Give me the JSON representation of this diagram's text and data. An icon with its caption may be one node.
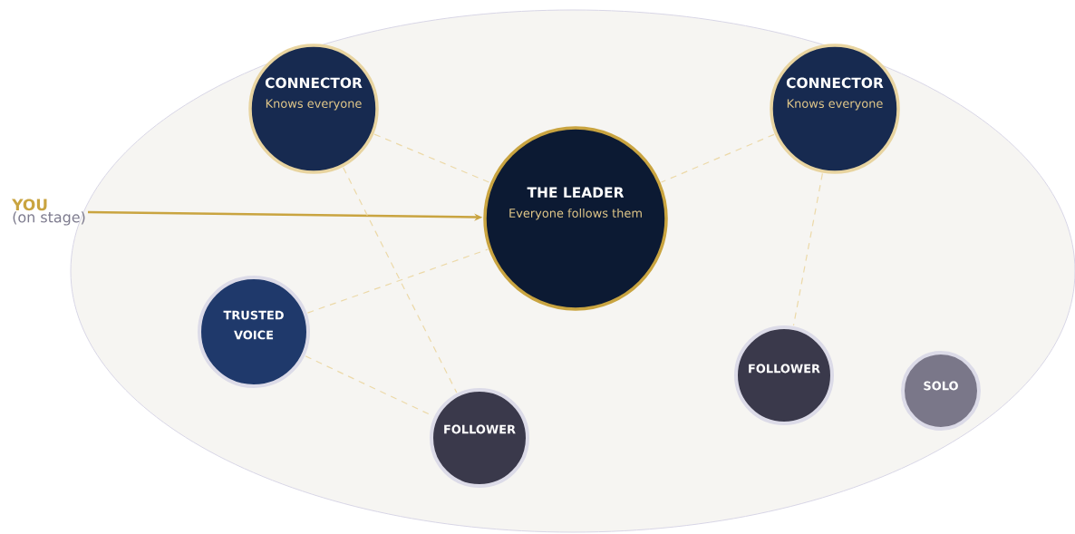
{
  "diagram": {
    "nodes": [
      {
        "text": [],
        "shape": "ellipse"
      },
      {
        "text": [
          "CONNECTOR",
          "Knows everyone"
        ],
        "in": 0
      },
      {
        "text": [
          "CONNECTOR",
          "Knows everyone"
        ],
        "in": 0
      },
      {
        "text": [
          "YOU",
          "(on stage)"
        ]
      },
      {
        "text": [
          "THE LEADER",
          "Everyone follows them"
        ],
        "in": 0
      },
      {
        "text": [
          "TRUSTED VOICE"
        ],
        "in": 0
      },
      {
        "text": [
          "FOLLOWER"
        ],
        "in": 0
      },
      {
        "text": [
          "SOLO"
        ],
        "in": 0
      },
      {
        "text": [
          "FOLLOWER"
        ],
        "in": 0
      }
    ],
    "edges": [
      {
        "from": 3,
        "to": 4,
        "arrow": "to",
        "color": "#c9a440"
      },
      {
        "from": 1,
        "to": 4,
        "arrow": "none",
        "style": "dashed"
      },
      {
        "from": 2,
        "to": 4,
        "arrow": "none",
        "style": "dashed"
      },
      {
        "from": 1,
        "to": 8,
        "arrow": "none",
        "style": "dashed"
      },
      {
        "from": 5,
        "to": 4,
        "arrow": "none",
        "style": "dashed"
      },
      {
        "from": 5,
        "to": 8,
        "arrow": "none",
        "style": "dashed"
      },
      {
        "from": 2,
        "to": 6,
        "arrow": "none",
        "style": "dashed"
      }
    ]
  }
}
